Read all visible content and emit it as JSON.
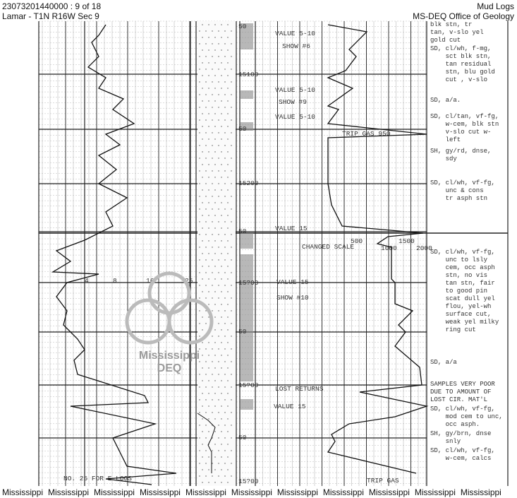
{
  "header": {
    "doc_id": "23073201440000 : 9 of 18",
    "location": "Lamar - T1N R16W Sec 9",
    "doc_type": "Mud Logs",
    "office": "MS-DEQ Office of Geology"
  },
  "depth_labels": [
    "50",
    "15100",
    "50",
    "15200",
    "50",
    "15?00",
    "50",
    "15?00",
    "50",
    "15?00"
  ],
  "drill_scale": [
    "4",
    "8",
    "16",
    "25"
  ],
  "gas_scale": [
    "500",
    "1000",
    "1500",
    "2000"
  ],
  "gas_annotations": [
    "VALUE 5-10",
    "SHOW #6",
    "VALUE 5-10",
    "SHOW #9",
    "VALUE 5-10",
    "TRIP GAS 950",
    "VALUE 15",
    "CHANGED SCALE",
    "VALUE 15",
    "SHOW #10",
    "LOST RETURNS",
    "VALUE 15",
    "TRIP GAS"
  ],
  "drill_annotation": "NO. 25 FOR E-LOGS",
  "descriptions": [
    "blk stn, tr\ntan, v-slo yel\ngold cut",
    "SD, cl/wh, f-mg,\n    sct blk stn,\n    tan residual\n    stn, blu gold\n    cut , v-slo",
    "SD, a/a.",
    "SD, cl/tan, vf-fg,\n    w-cem, blk stn\n    v-slo cut w-\n    left",
    "SH, gy/rd, dnse,\n    sdy",
    "SD, cl/wh, vf-fg,\n    unc & cons\n    tr asph stn",
    "SD, cl/wh, vf-fg,\n    unc to lsly\n    cem, occ asph\n    stn, no vis\n    tan stn, fair\n    to good pin\n    scat dull yel\n    flou, yel-wh\n    surface cut,\n    weak yel milky\n    ring cut",
    "SD, a/a",
    "SAMPLES VERY POOR\nDUE TO AMOUNT OF\nLOST CIR. MAT'L",
    "SD, cl/wh, vf-fg,\n    mod cem to unc,\n    occ asph.",
    "SH, gy/brn, dnse\n    snly",
    "SD, cl/wh, vf-fg,\n    w-cem, calcs"
  ],
  "watermark": {
    "line1": "Mississippi",
    "line2": "DEQ"
  },
  "footer": [
    "Mississippi",
    "Mississippi",
    "Mississippi",
    "Mississippi",
    "Mississippi",
    "Mississippi",
    "Mississippi",
    "Mississippi",
    "Mississippi",
    "Mississippi",
    "Mississippi"
  ]
}
